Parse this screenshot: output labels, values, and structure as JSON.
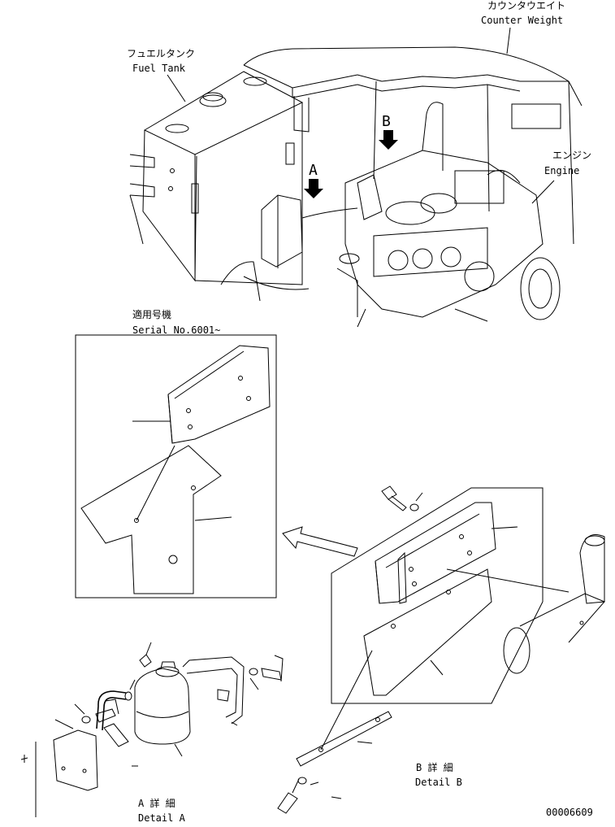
{
  "labels": {
    "counter_weight_jp": "カウンタウエイト",
    "counter_weight_en": "Counter Weight",
    "fuel_tank_jp": "フュエルタンク",
    "fuel_tank_en": "Fuel Tank",
    "engine_jp": "エンジン",
    "engine_en": "Engine",
    "view_a": "A",
    "view_b": "B",
    "serial_jp": "適用号機",
    "serial_en": "Serial No.6001~",
    "detail_a_jp": "A 詳 細",
    "detail_a_en": "Detail A",
    "detail_b_jp": "B 詳 細",
    "detail_b_en": "Detail B",
    "drawing_number": "00006609"
  }
}
